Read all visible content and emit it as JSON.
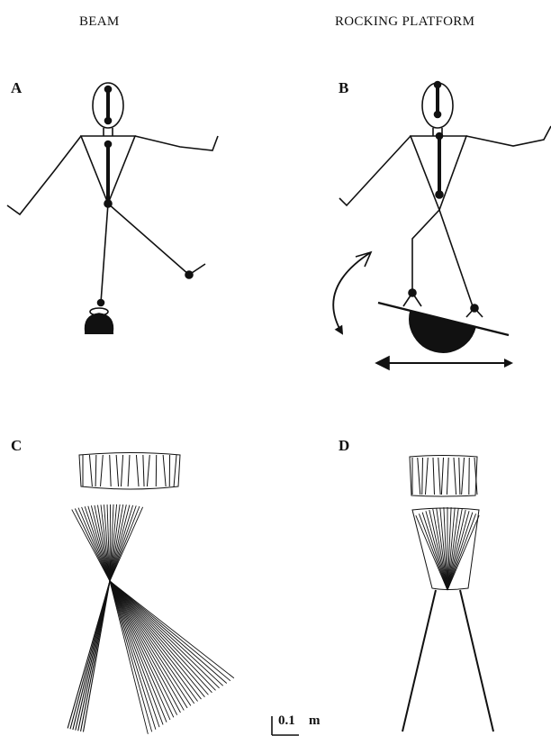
{
  "figure": {
    "columns": {
      "left_title": "BEAM",
      "right_title": "ROCKING PLATFORM"
    },
    "panels": {
      "a": "A",
      "b": "B",
      "c": "C",
      "d": "D"
    },
    "scale_bar": {
      "value": "0.1",
      "unit": "m"
    },
    "colors": {
      "ink": "#111111",
      "background": "#ffffff"
    }
  }
}
